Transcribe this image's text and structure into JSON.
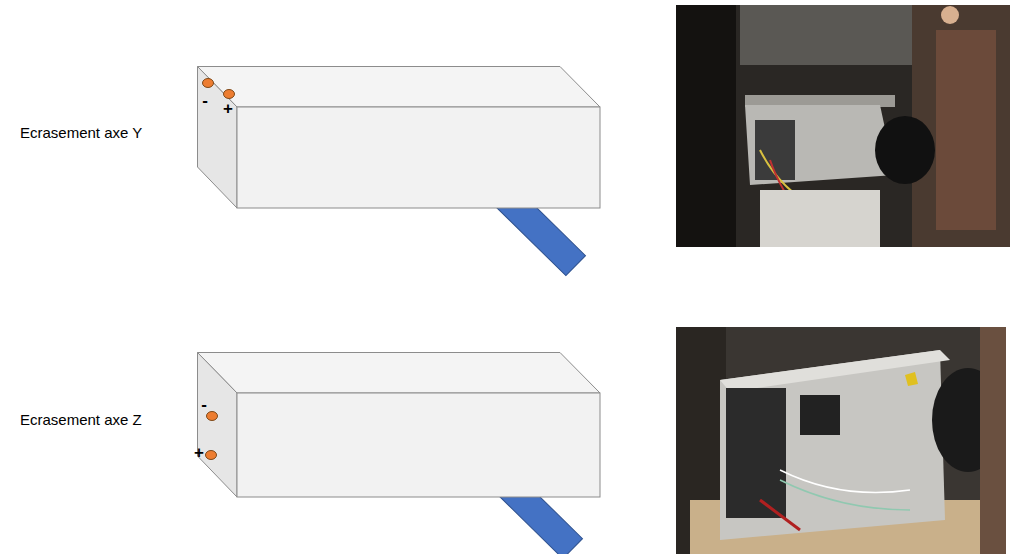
{
  "diagram": {
    "nodes": [
      {
        "text": [
          "-",
          "+"
        ]
      },
      {
        "text": [
          "-",
          "+"
        ]
      }
    ],
    "labels": [
      "Ecrasement axe Y",
      "Ecrasement axe Z"
    ]
  }
}
